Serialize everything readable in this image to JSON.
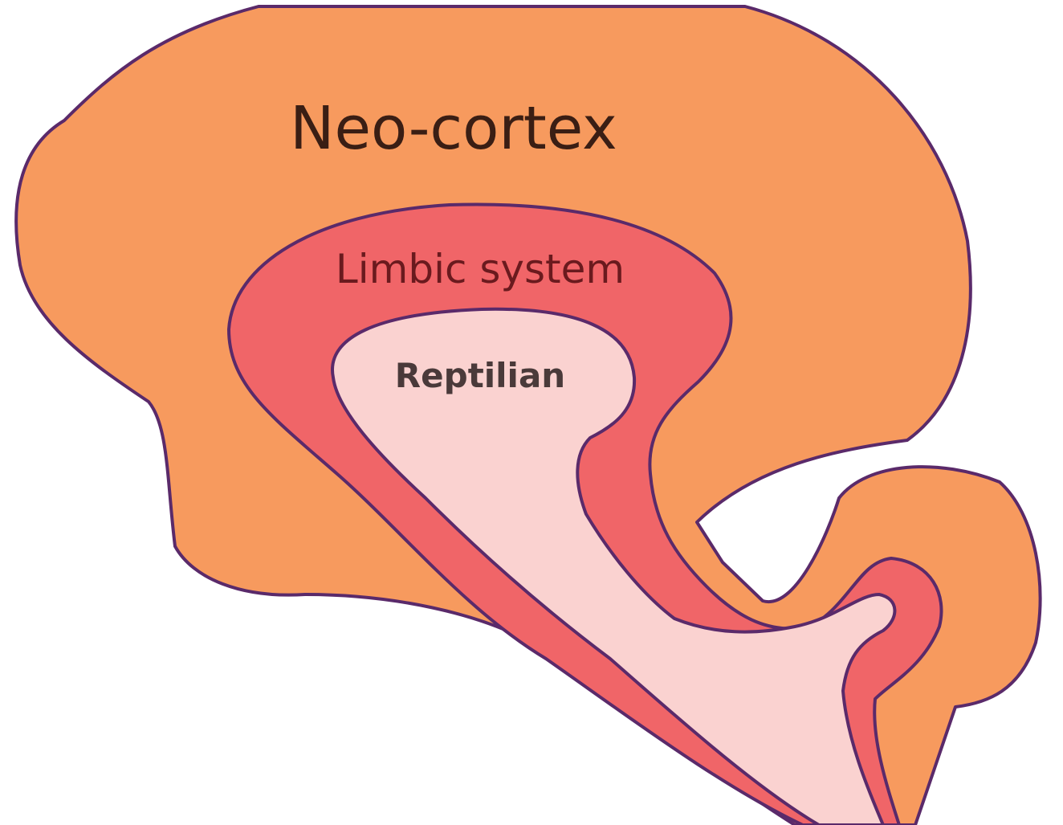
{
  "diagram": {
    "labels": {
      "neocortex": "Neo-cortex",
      "limbic": "Limbic system",
      "reptilian": "Reptilian"
    },
    "colors": {
      "neocortex_fill": "#f79a5e",
      "limbic_fill": "#f06568",
      "reptilian_fill": "#fad2d0",
      "outline": "#5a2a6a",
      "neocortex_text": "#3a1e14",
      "limbic_text": "#6a1a1e",
      "reptilian_text": "#4a3a3a",
      "background": "#ffffff"
    }
  }
}
